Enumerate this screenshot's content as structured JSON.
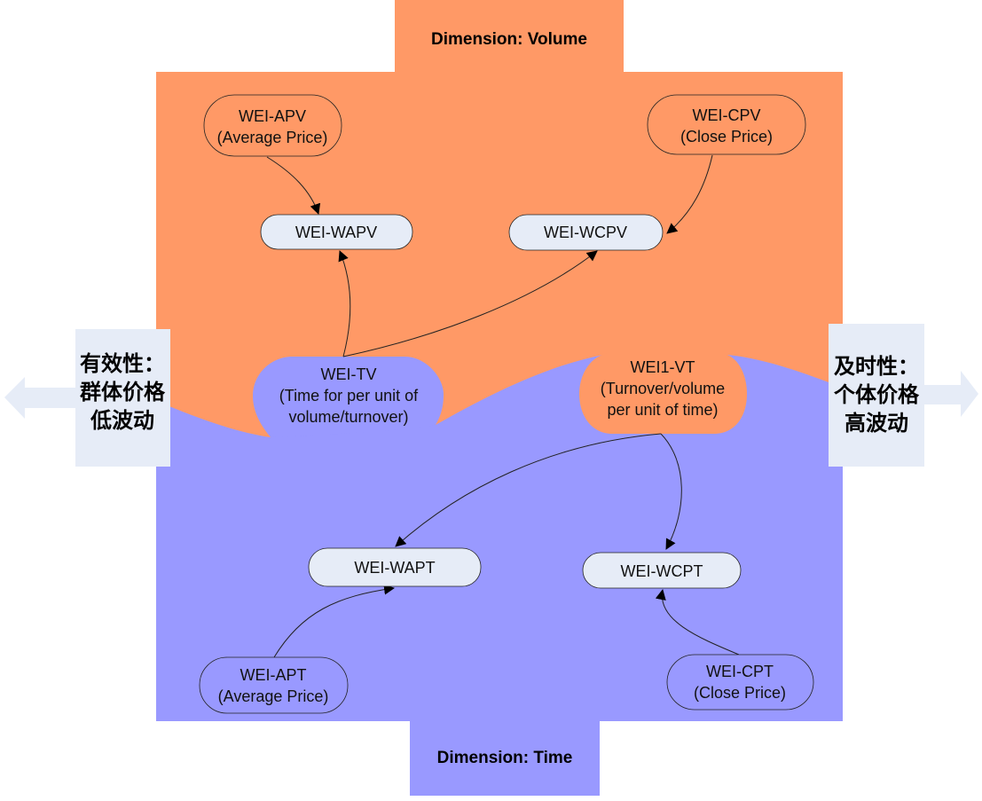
{
  "colors": {
    "volume_region": "#ff9966",
    "time_region": "#9999ff",
    "result_node": "#e6ecf7",
    "side_panel": "#e6ecf7",
    "arrow": "#e6ecf7",
    "outline": "#222222"
  },
  "dimensions": {
    "volume": "Dimension: Volume",
    "time": "Dimension: Time"
  },
  "side_labels": {
    "left": {
      "lines": [
        "有效性：",
        "群体价格",
        "低波动"
      ],
      "arrow_icon": "arrow-left-icon"
    },
    "right": {
      "lines": [
        "及时性：",
        "个体价格",
        "高波动"
      ],
      "arrow_icon": "arrow-right-icon"
    }
  },
  "nodes": {
    "apv": {
      "lines": [
        "WEI-APV",
        "(Average Price)"
      ]
    },
    "cpv": {
      "lines": [
        "WEI-CPV",
        "(Close Price)"
      ]
    },
    "wapv": {
      "lines": [
        "WEI-WAPV"
      ]
    },
    "wcpv": {
      "lines": [
        "WEI-WCPV"
      ]
    },
    "tv": {
      "lines": [
        "WEI-TV",
        "(Time for per unit of",
        "volume/turnover)"
      ]
    },
    "vt": {
      "lines": [
        "WEI1-VT",
        "(Turnover/volume",
        "per unit of time)"
      ]
    },
    "wapt": {
      "lines": [
        "WEI-WAPT"
      ]
    },
    "wcpt": {
      "lines": [
        "WEI-WCPT"
      ]
    },
    "apt": {
      "lines": [
        "WEI-APT",
        "(Average Price)"
      ]
    },
    "cpt": {
      "lines": [
        "WEI-CPT",
        "(Close Price)"
      ]
    }
  },
  "edges": [
    {
      "from": "apv",
      "to": "wapv"
    },
    {
      "from": "cpv",
      "to": "wcpv"
    },
    {
      "from": "tv",
      "to": "wapv"
    },
    {
      "from": "tv",
      "to": "wcpv"
    },
    {
      "from": "vt",
      "to": "wapt"
    },
    {
      "from": "vt",
      "to": "wcpt"
    },
    {
      "from": "apt",
      "to": "wapt"
    },
    {
      "from": "cpt",
      "to": "wcpt"
    }
  ]
}
